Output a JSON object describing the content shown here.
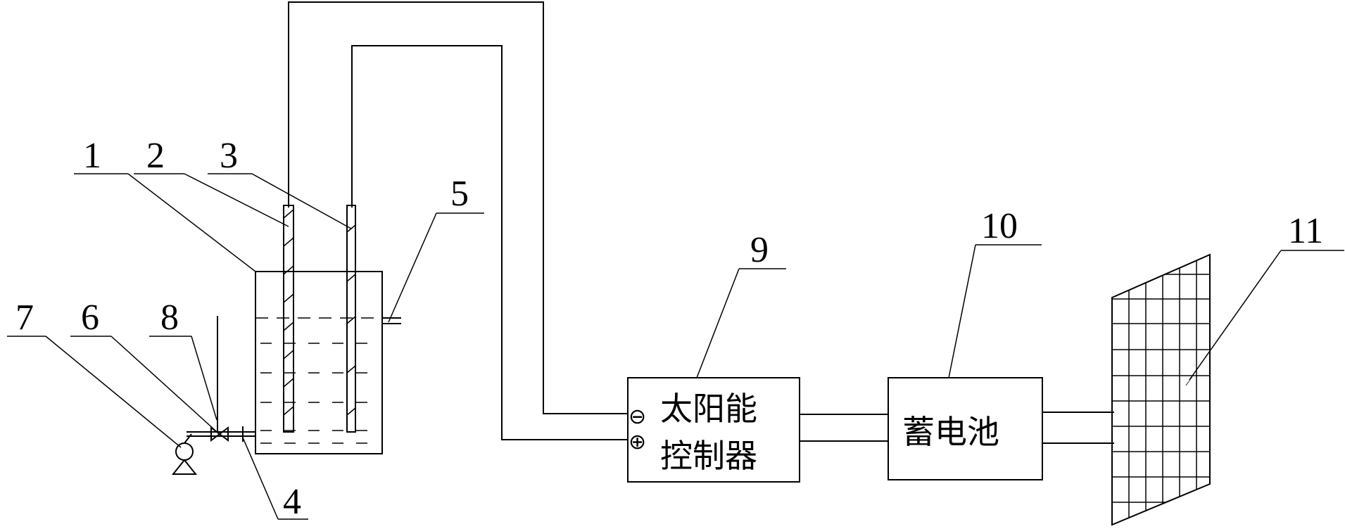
{
  "labels": {
    "l1": "1",
    "l2": "2",
    "l3": "3",
    "l4": "4",
    "l5": "5",
    "l6": "6",
    "l7": "7",
    "l8": "8",
    "l9": "9",
    "l10": "10",
    "l11": "11"
  },
  "controller": {
    "line1": "太阳能",
    "line2": "控制器",
    "minus": "⊖",
    "plus": "⊕"
  },
  "battery": {
    "label": "蓄电池"
  }
}
